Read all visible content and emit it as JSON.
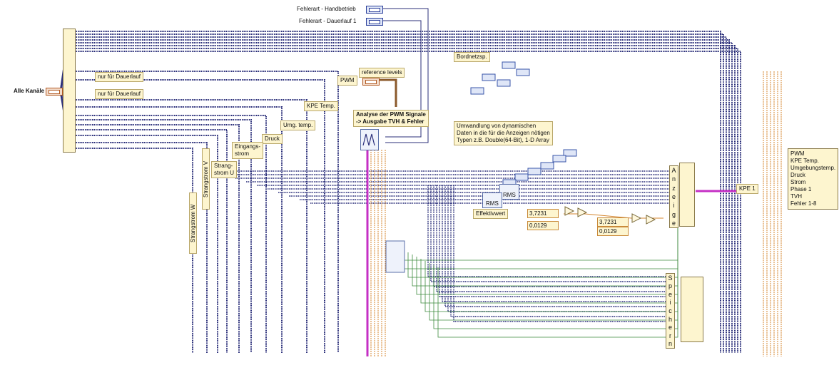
{
  "controls": {
    "fehlerart_handbetrieb": "Fehlerart - Handbetrieb",
    "fehlerart_dauerlauf": "Fehlerart - Dauerlauf 1",
    "alle_kanaele": "Alle Kanäle",
    "reference_levels": "reference levels"
  },
  "labels": {
    "nur_dauerlauf_1": "nur für Dauerlauf",
    "nur_dauerlauf_2": "nur für Dauerlauf",
    "pwm": "PWM",
    "kpe_temp": "KPE Temp.",
    "umg_temp": "Umg. temp.",
    "druck": "Druck",
    "eingangsstrom": "Eingangs-\nstrom",
    "strangstrom_u": "Strang-\nstrom U",
    "strangstrom_v": "Strangstrom V",
    "strangstrom_w": "Strangstrom W",
    "bordnetzsp": "Bordnetzsp.",
    "analyse": "Analyse der PWM Signale\n-> Ausgabe TVH & Fehler",
    "umwandlung": "Umwandlung von dynamischen\nDaten in die für die Anzeigen nötigen\nTypen z.B. Double(64-Bit), 1-D Array",
    "effektivwert": "Effektivwert",
    "rms": "RMS",
    "kpe1": "KPE 1"
  },
  "constants": [
    "3,7231",
    "0,0129",
    "3,7231",
    "0,0129"
  ],
  "anzeige_letters": [
    "A",
    "n",
    "z",
    "e",
    "i",
    "g",
    "e"
  ],
  "speichern_letters": [
    "S",
    "p",
    "e",
    "i",
    "c",
    "h",
    "e",
    "r",
    "n"
  ],
  "output_list": [
    "PWM",
    "KPE Temp.",
    "Umgebungstemp.",
    "Druck",
    "Strom",
    "Phase 1",
    "TVH",
    "Fehler 1-8"
  ],
  "colors": {
    "dynamic_wire": "#2b2f7a",
    "numeric": "#d4862e",
    "boolean": "#3d8a3d",
    "string": "#c42fc4",
    "cluster": "#8b5a2b"
  }
}
